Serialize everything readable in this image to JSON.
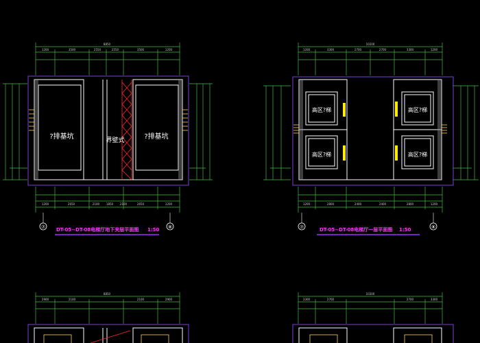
{
  "colors": {
    "background": "#000000",
    "wall": "#ffffff",
    "border": "#7b3fd1",
    "dim": "#3fbf3f",
    "title": "#ff33ff",
    "underline": "#9b30ff",
    "stair": "#ff2a2a",
    "hatch": "#ffd84a",
    "grid": "#8f8fff",
    "accent": "#ffee00"
  },
  "plans": [
    {
      "title": "DT-05~DT-08电梯厅地下夹层平面图",
      "scale": "1:50",
      "rooms": [
        "?排基坑",
        "?排基坑",
        "界壁式"
      ],
      "axis": [
        "⑦",
        "⑧"
      ],
      "top_dims": [
        "8850",
        "1200",
        "3500",
        "2550",
        "2550",
        "3500",
        "1200"
      ],
      "bottom_dims": [
        "1200",
        "2650",
        "2100",
        "1850",
        "2100",
        "2650",
        "1200"
      ]
    },
    {
      "title": "DT-05~DT-08电梯厅一层平面图",
      "scale": "1:50",
      "rooms": [
        "高区?梯",
        "高区?梯",
        "高区?梯",
        "高区?梯"
      ],
      "axis": [
        "⑦",
        "⑧"
      ],
      "top_dims": [
        "10200",
        "1200",
        "3300",
        "2700",
        "2700",
        "3300",
        "1200"
      ],
      "bottom_dims": [
        "1200",
        "2800",
        "2400",
        "2400",
        "2800",
        "1200"
      ]
    }
  ],
  "lower": {
    "top_dims_left": [
      "8850",
      "2900",
      "2100",
      "2100",
      "2900"
    ],
    "top_dims_right": [
      "10200",
      "3300",
      "2700",
      "2700",
      "3300"
    ]
  }
}
